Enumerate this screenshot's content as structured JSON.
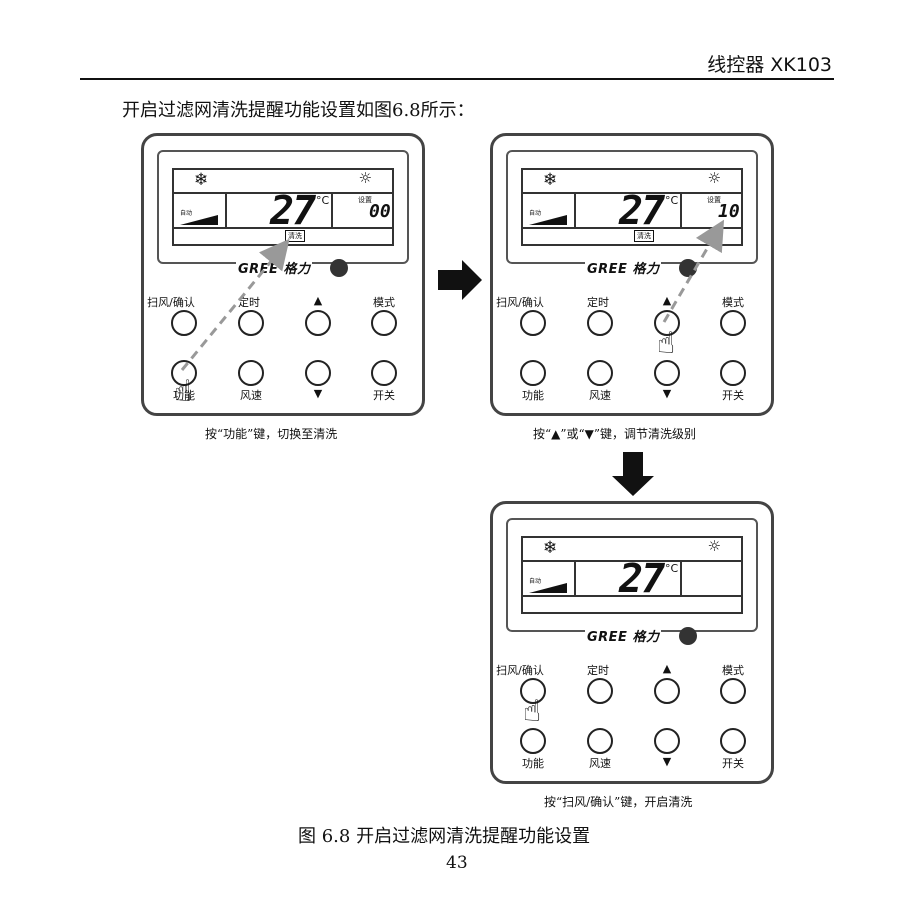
{
  "header": {
    "title": "线控器 XK103"
  },
  "intro": "开启过滤网清洗提醒功能设置如图6.8所示：",
  "panels": [
    {
      "mode_icon": "snowflake-icon",
      "mode_glyph": "❄",
      "bulb_glyph": "☼",
      "auto_label": "自动",
      "temperature": "27",
      "unit": "°C",
      "set_label": "设置",
      "set_value": "00",
      "clean_label": "清洗",
      "brand": "GREE 格力",
      "buttons": [
        "扫风/确认",
        "定时",
        "▲",
        "模式",
        "功能",
        "风速",
        "▼",
        "开关"
      ],
      "caption": "按“功能”键，切换至清洗"
    },
    {
      "mode_icon": "snowflake-icon",
      "mode_glyph": "❄",
      "bulb_glyph": "☼",
      "auto_label": "自动",
      "temperature": "27",
      "unit": "°C",
      "set_label": "设置",
      "set_value": "10",
      "clean_label": "清洗",
      "brand": "GREE 格力",
      "buttons": [
        "扫风/确认",
        "定时",
        "▲",
        "模式",
        "功能",
        "风速",
        "▼",
        "开关"
      ],
      "caption": "按“▲”或“▼”键，调节清洗级别"
    },
    {
      "mode_icon": "snowflake-icon",
      "mode_glyph": "❄",
      "bulb_glyph": "☼",
      "auto_label": "自动",
      "temperature": "27",
      "unit": "°C",
      "brand": "GREE 格力",
      "buttons": [
        "扫风/确认",
        "定时",
        "▲",
        "模式",
        "功能",
        "风速",
        "▼",
        "开关"
      ],
      "caption": "按“扫风/确认”键，开启清洗"
    }
  ],
  "figure_caption": "图 6.8 开启过滤网清洗提醒功能设置",
  "page_number": "43"
}
